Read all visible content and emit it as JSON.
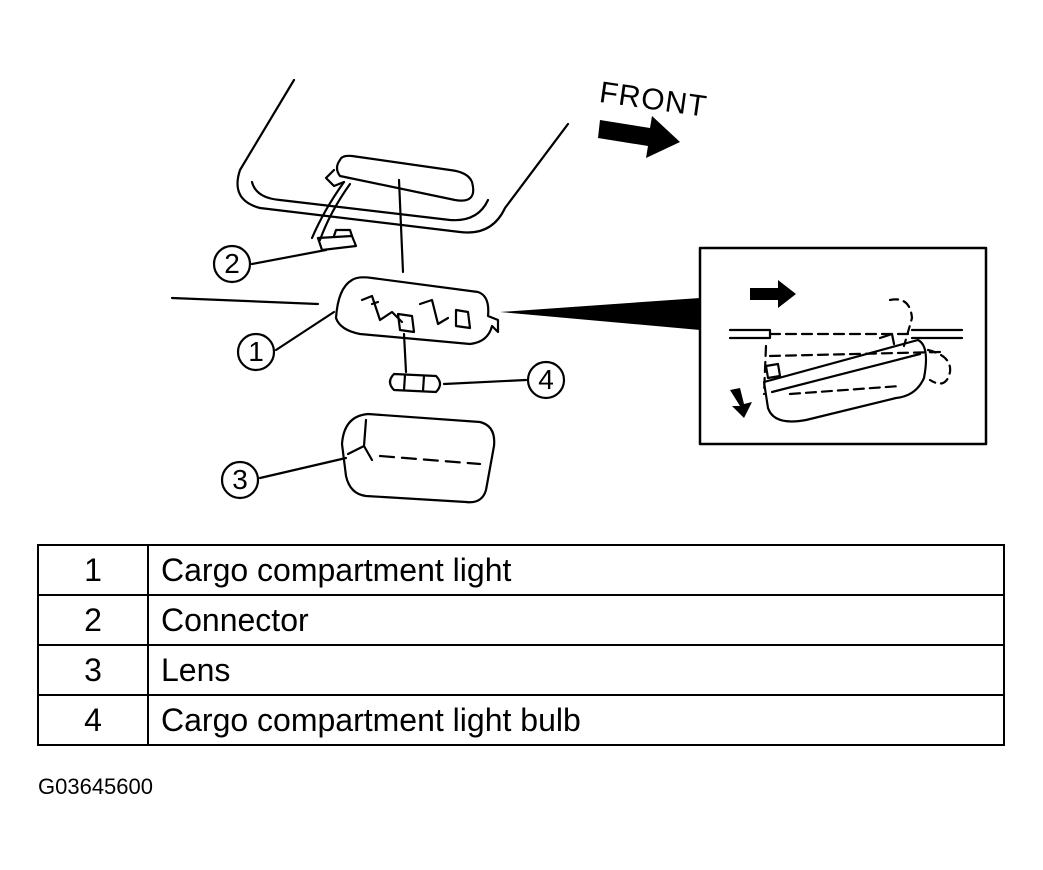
{
  "diagram": {
    "direction_label": "FRONT",
    "callouts": [
      "1",
      "2",
      "3",
      "4"
    ]
  },
  "legend": {
    "rows": [
      {
        "num": "1",
        "desc": "Cargo compartment light"
      },
      {
        "num": "2",
        "desc": "Connector"
      },
      {
        "num": "3",
        "desc": "Lens"
      },
      {
        "num": "4",
        "desc": "Cargo compartment light bulb"
      }
    ]
  },
  "figure_id": "G03645600"
}
